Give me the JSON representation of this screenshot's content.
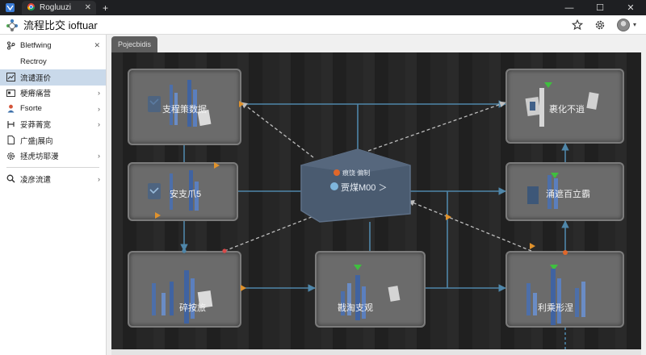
{
  "window": {
    "tab_title": "Rogluuzi",
    "tab_close": "✕",
    "new_tab": "+",
    "minimize": "—",
    "maximize": "☐",
    "close": "✕"
  },
  "app": {
    "title": "流程比交 ioftuar"
  },
  "sidebar": {
    "items": [
      {
        "label": "Bletfwing",
        "icon": "branch-icon",
        "chevron": "✕"
      },
      {
        "label": "Rectroy",
        "icon": "",
        "chevron": ""
      },
      {
        "label": "流谴涯价",
        "icon": "chart-icon",
        "chevron": "",
        "active": true
      },
      {
        "label": "梗瘠痛营",
        "icon": "card-icon",
        "chevron": "›"
      },
      {
        "label": "Fsorte",
        "icon": "person-icon",
        "chevron": "›"
      },
      {
        "label": "妥莽菁宽",
        "icon": "flow-icon",
        "chevron": "›"
      },
      {
        "label": "广盛|展向",
        "icon": "document-icon",
        "chevron": ""
      },
      {
        "label": "拯虎坊耶漫",
        "icon": "gear-icon",
        "chevron": "›"
      }
    ],
    "search_item": {
      "label": "凌彦流遣",
      "icon": "search-icon",
      "chevron": "›"
    }
  },
  "main": {
    "tab_label": "Pojecbidis",
    "nodes": {
      "top_left": "支程策数据",
      "mid_left": "安支爪5",
      "bottom_left": "碎按旅",
      "bottom_center": "戡淘支观",
      "top_right": "裹化不逍",
      "mid_right": "涌遮百立霸",
      "bottom_right": "利乘形涅",
      "hub_line1": "痕饶 偏制",
      "hub_line2": "贾煤M00 ＞"
    }
  },
  "colors": {
    "titlebar": "#1e1f22",
    "sidebar_active": "#c9d9ea",
    "canvas": "#222222",
    "node": "#6b6b6b",
    "hub": "#4a5b70",
    "connector": "#4f86a9",
    "dashed_connector": "#bdbdbd",
    "arrow_orange": "#e0922c",
    "arrow_green": "#3fbf3f",
    "dot_orange": "#e0672a",
    "dot_blue": "#7fb6dd"
  }
}
